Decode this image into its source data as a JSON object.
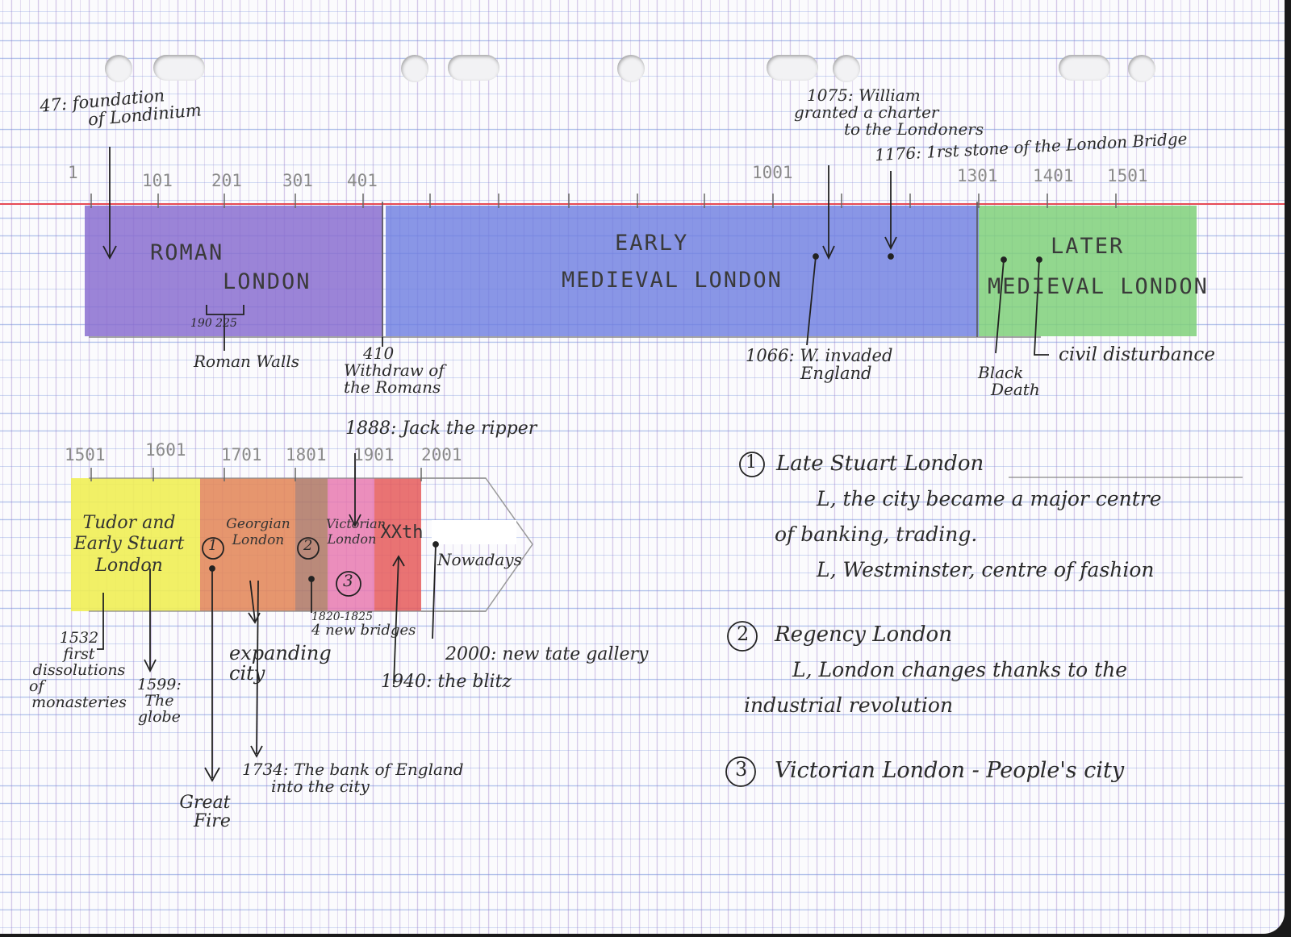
{
  "top_timeline": {
    "axis_labels": [
      "1",
      "101",
      "201",
      "301",
      "401",
      "1001",
      "1301",
      "1401",
      "1501"
    ],
    "periods": [
      {
        "label_line1": "ROMAN",
        "label_line2": "LONDON",
        "color": "#8a6fd0"
      },
      {
        "label_line1": "EARLY",
        "label_line2": "MEDIEVAL LONDON",
        "color": "#6f7fe0"
      },
      {
        "label_line1": "LATER",
        "label_line2": "MEDIEVAL LONDON",
        "color": "#7fd07a"
      }
    ],
    "annotations": {
      "foundation": [
        "47: foundation",
        "of Londinium"
      ],
      "william_charter": [
        "1075: William",
        "granted a charter",
        "to the Londoners"
      ],
      "bridge": "1176: 1rst stone of the London Bridge",
      "walls_range": "190  225",
      "walls": "Roman Walls",
      "withdraw": [
        "410",
        "Withdraw of",
        "the Romans"
      ],
      "invasion": [
        "1066: W. invaded",
        "England"
      ],
      "black_death": [
        "Black",
        "Death"
      ],
      "civil": "civil disturbance"
    }
  },
  "bottom_timeline": {
    "axis_labels": [
      "1501",
      "1601",
      "1701",
      "1801",
      "1901",
      "2001"
    ],
    "segments": [
      {
        "label": "Tudor and Early Stuart London",
        "color": "#f0ee55"
      },
      {
        "label": "Georgian London",
        "color": "#e3875a"
      },
      {
        "label": "",
        "color": "#b07a68"
      },
      {
        "label": "Victorian London",
        "color": "#e77ab0"
      },
      {
        "label": "XXth",
        "color": "#e55a5a"
      }
    ],
    "circle_marks": [
      "1",
      "2",
      "3"
    ],
    "nowadays": "Nowadays",
    "annotations": {
      "ripper": "1888: Jack the ripper",
      "dissolutions": [
        "1532",
        "first",
        "dissolutions",
        "of",
        "monasteries"
      ],
      "globe": [
        "1599:",
        "The",
        "globe"
      ],
      "great_fire": [
        "Great",
        "Fire"
      ],
      "expanding": [
        "expanding",
        "city"
      ],
      "bank": [
        "1734: The bank of England",
        "into the city"
      ],
      "bridges": [
        "1820-1825",
        "4 new bridges"
      ],
      "blitz": "1940: the blitz",
      "tate": "2000: new tate gallery"
    }
  },
  "notes": [
    {
      "number": "1",
      "title": "Late Stuart London",
      "lines": [
        "L, the city became a major centre",
        "of banking, trading.",
        "L, Westminster, centre of fashion"
      ]
    },
    {
      "number": "2",
      "title": "Regency London",
      "lines": [
        "L, London changes thanks to the",
        "industrial revolution"
      ]
    },
    {
      "number": "3",
      "title": "Victorian London - People's city",
      "lines": []
    }
  ]
}
